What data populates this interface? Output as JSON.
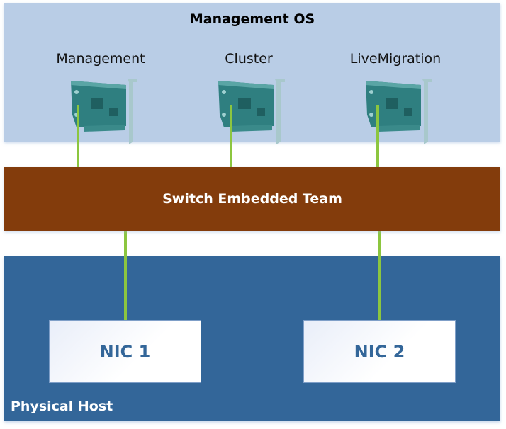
{
  "management_os": {
    "title": "Management OS",
    "vnics": [
      {
        "label": "Management",
        "icon": "network-card-icon"
      },
      {
        "label": "Cluster",
        "icon": "network-card-icon"
      },
      {
        "label": "LiveMigration",
        "icon": "network-card-icon"
      }
    ]
  },
  "team": {
    "label": "Switch Embedded Team"
  },
  "physical_host": {
    "label": "Physical Host",
    "nics": [
      {
        "label": "NIC 1"
      },
      {
        "label": "NIC 2"
      }
    ]
  },
  "colors": {
    "management_os_bg": "#b9cde6",
    "team_bg": "#833c0c",
    "host_bg": "#336699",
    "link": "#8cc63f",
    "nic_text": "#336699"
  }
}
